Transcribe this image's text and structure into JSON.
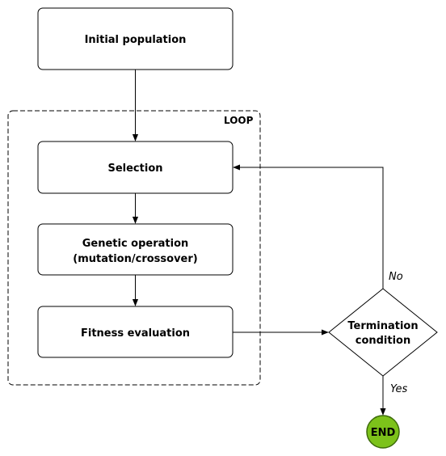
{
  "diagram": {
    "loop_label": "LOOP",
    "nodes": {
      "initial_population": "Initial population",
      "selection": "Selection",
      "genetic_operation_line1": "Genetic operation",
      "genetic_operation_line2": "(mutation/crossover)",
      "fitness_evaluation": "Fitness evaluation",
      "termination_line1": "Termination",
      "termination_line2": "condition",
      "end": "END"
    },
    "edge_labels": {
      "no": "No",
      "yes": "Yes"
    },
    "colors": {
      "end_fill": "#7cc21a",
      "end_stroke": "#3d6b0a",
      "stroke": "#000000"
    }
  }
}
